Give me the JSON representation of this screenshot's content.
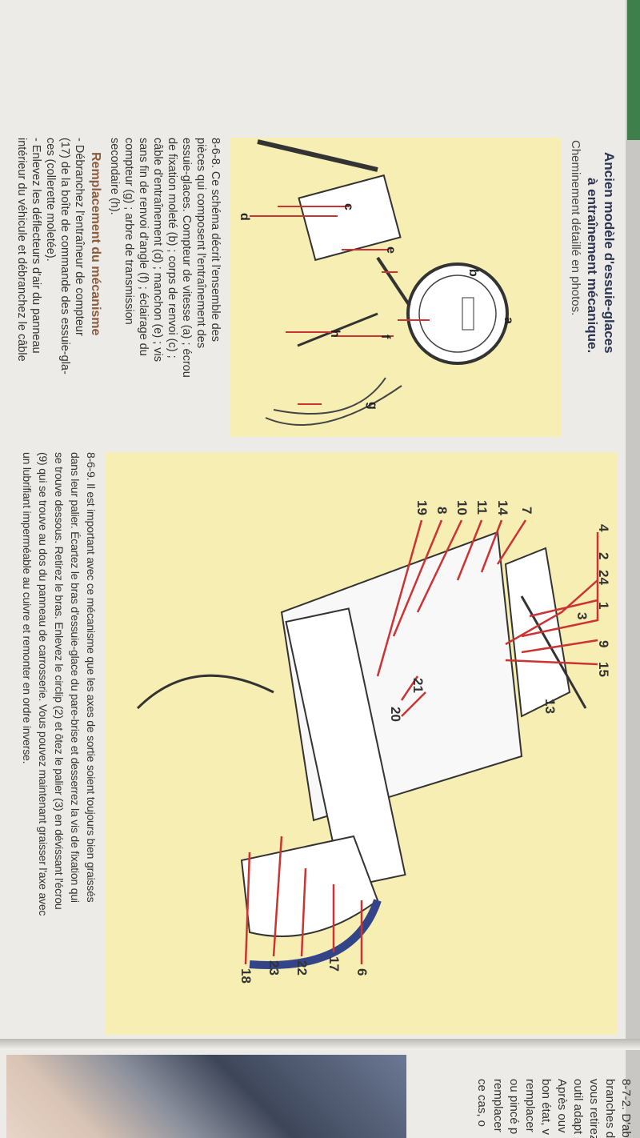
{
  "left_page": {
    "title_line1": "Ancien modèle d'essuie-glaces",
    "title_line2": "à entraînement mécanique.",
    "subtitle": "Cheminement détaillé en photos.",
    "figure1_labels": [
      "a",
      "b",
      "c",
      "d",
      "e",
      "f",
      "g",
      "h"
    ],
    "caption_868": [
      "8-6-8. Ce schéma décrit l'ensemble des",
      "pièces qui composent l'entraînement des",
      "essuie-glaces. Compteur de vitesse (a) ; écrou",
      "de fixation moleté (b) ; corps de renvoi (c) ;",
      "câble d'entraînement (d) ; manchon (e) ; vis",
      "sans fin de renvoi d'angle (f) ; éclairage du",
      "compteur (g) ; arbre de transmission",
      "secondaire (h)."
    ],
    "section_heading": "Remplacement du mécanisme",
    "body": [
      "- Débranchez l'entraîneur de compteur",
      "(17) de la boîte de commande des essuie-gla-",
      "ces (collerette moletée).",
      "- Enlevez les déflecteurs d'air du panneau",
      "intérieur du véhicule et débranchez le câble"
    ],
    "figure2_labels": {
      "top": [
        "4",
        "2",
        "24",
        "1",
        "9",
        "15"
      ],
      "l3": "3",
      "l13": "13",
      "l21": "21",
      "l20": "20",
      "left": [
        "7",
        "14",
        "11",
        "10",
        "8",
        "19"
      ],
      "right": [
        "6",
        "17",
        "22",
        "23",
        "18"
      ]
    },
    "caption_869": [
      "8-6-9. Il est important avec ce mécanisme que les axes de sortie soient toujours bien graissés",
      "dans leur palier. Écartez le bras d'essuie-glace du pare-brise et desserrez la vis de fixation qui",
      "se trouve dessous. Retirez le bras. Enlevez le circlip (2) et ôtez le palier (3) en dévissant l'écrou",
      "(9) qui se trouve au dos du panneau de carrosserie. Vous pouvez maintenant graisser l'axe avec",
      "un lubrifiant imperméable au cuivre et remonter en ordre inverse."
    ]
  },
  "right_page": {
    "caption_872": [
      "8-7-2. D'ab",
      "branches d",
      "vous retirez",
      "outil adapt",
      "Après ouv",
      "bon état, v",
      "remplacer",
      "ou pincé p",
      "remplacer",
      "ce cas, o"
    ]
  }
}
